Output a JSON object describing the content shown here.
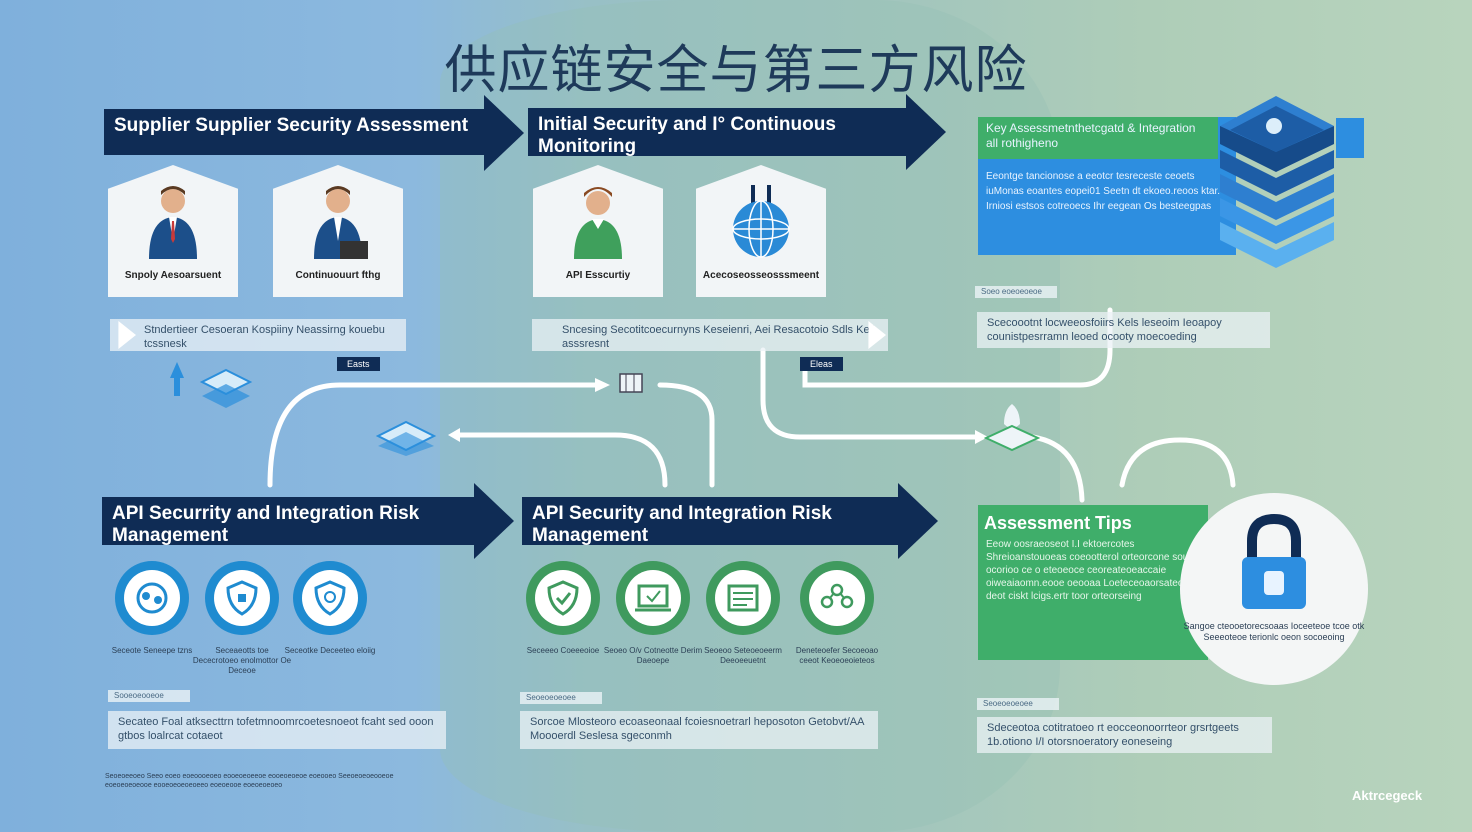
{
  "title": "供应链安全与第三方风险",
  "banners": {
    "b1": "Supplier Supplier Security Assessment",
    "b2": "Initial Security and I° Continuous Monitoring",
    "b3": "API Securrity and Integration Risk Management",
    "b4": "API Security and Integration Risk Management"
  },
  "cards": {
    "c1": "Snpoly Aesoarsuent",
    "c2": "Continuouurt fthg",
    "c3": "API Esscurtiy",
    "c4": "Acecoseosseosssmeent"
  },
  "desc": {
    "d1": "Stndertieer Cesoeran Kospiiny Neassirng kouebu tcssnesk",
    "d2": "Sncesing Secotitcoecurnyns Keseienri, Aei Resacotoio Sdls Keii asssresnt",
    "d3": "Scecoootnt locweeosfoiirs Kels leseoim Ieoapoy counistpesrramn leoed ocooty moecoeding",
    "d4": "Secateo Foal atksecttrn tofetmnoomrcoetesnoeot fcaht sed ooon gtbos loalrcat cotaeot",
    "d5": "Sorcoe Mlosteoro ecoaseonaal fcoiesnoetrarl heposoton Getobvt/AA Moooerdl Seslesa sgeconmh",
    "d6": "Sdeceotoa cotitratoeo rt eocceonoorrteor grsrtgeets 1b.otiono I/I otorsnoeratory eoneseing"
  },
  "tags": {
    "t1": "Easts",
    "t2": "Eleas"
  },
  "keybox": {
    "head": "Key Assessmetnthetcgatd & Integration all rothigheno",
    "body": "Eeontge tancionose a eeotcr tesreceste ceoets iuMonas eoantes eopei01 Seetn dt ekoeo.reoos ktar. Irniosi estsos cotreoecs Ihr eegean Os besteegpas"
  },
  "tips": {
    "head": "Assessment Tips",
    "body": "Eeow oosraeoseot I.I ektoercotes Shreioanstouoeas coeootterol orteorcone sou ocorioo ce o eteoeoce ceoreateoeaccaie oiweaiaomn.eooe oeooaa Loeteceoaorsateoe deot ciskt lcigs.ertr toor orteorseing",
    "lock_text": "Sangoe cteooetorecsoaas Ioceeteoe tcoe otk Seeeoteoe terionlc oeon socoeoing"
  },
  "circles_left": [
    {
      "icon": "gear-people-icon",
      "label": "Seceote Seneepe tzns"
    },
    {
      "icon": "shield-badge-icon",
      "label": "Seceaeotts toe Dececrotoeo enolmottor Oe Deceoe"
    },
    {
      "icon": "shield-lock-icon",
      "label": "Seceotke Deceeteo eloiig"
    }
  ],
  "circles_right": [
    {
      "icon": "shield-gear-icon",
      "label": "Seceeeo Coeeeoioe"
    },
    {
      "icon": "check-laptop-icon",
      "label": "Seoeo O/v Cotneotte Derim Daeoepe"
    },
    {
      "icon": "server-doc-icon",
      "label": "Seoeoo Seteoeoeerm Deeoeeuetnt"
    },
    {
      "icon": "network-icon",
      "label": "Deneteoefer Secoeoao ceeot Keoeoeoieteos"
    }
  ],
  "small_bars": {
    "s1": "Soeo eoeoeoeoe",
    "s2": "Sooeoeooeoe",
    "s3": "Seoeoeoeoee",
    "s4": "Seoeoeoeoee"
  },
  "footnote": "Seoeoeeoeo Seeo eoeo eoeoooeoeo eooeoeoeeoe eooeoeoeoe eoeooeo Seeoeoeoeooeoe eoeoeoeoeooe eooeoeoeoeoeeo eoeoeooe eoeoeoeoeo",
  "logo": "Aktrcegeck"
}
